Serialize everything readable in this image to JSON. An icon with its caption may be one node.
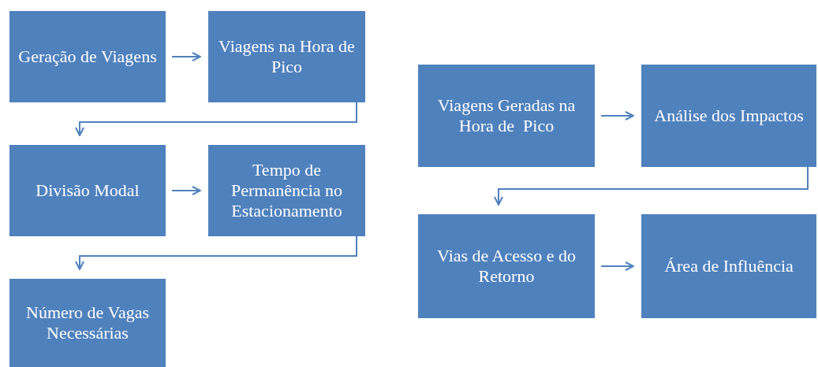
{
  "diagram": {
    "nodes": [
      {
        "text": [
          "Geração de Viagens"
        ]
      },
      {
        "text": [
          "Viagens na Hora de Pico"
        ]
      },
      {
        "text": [
          "Divisão Modal"
        ]
      },
      {
        "text": [
          "Tempo de Permanência no Estacionamento"
        ]
      },
      {
        "text": [
          "Número de Vagas Necessárias"
        ]
      },
      {
        "text": [
          "Viagens Geradas na Hora de  Pico"
        ]
      },
      {
        "text": [
          "Análise dos Impactos"
        ]
      },
      {
        "text": [
          "Vias de Acesso e do Retorno"
        ]
      },
      {
        "text": [
          "Área de Influência"
        ]
      }
    ],
    "edges": [
      {
        "from": 0,
        "to": 1,
        "arrow": "to"
      },
      {
        "from": 1,
        "to": 2,
        "arrow": "to"
      },
      {
        "from": 2,
        "to": 3,
        "arrow": "to"
      },
      {
        "from": 3,
        "to": 4,
        "arrow": "to"
      },
      {
        "from": 5,
        "to": 6,
        "arrow": "to"
      },
      {
        "from": 6,
        "to": 7,
        "arrow": "to"
      },
      {
        "from": 7,
        "to": 8,
        "arrow": "to"
      }
    ]
  }
}
